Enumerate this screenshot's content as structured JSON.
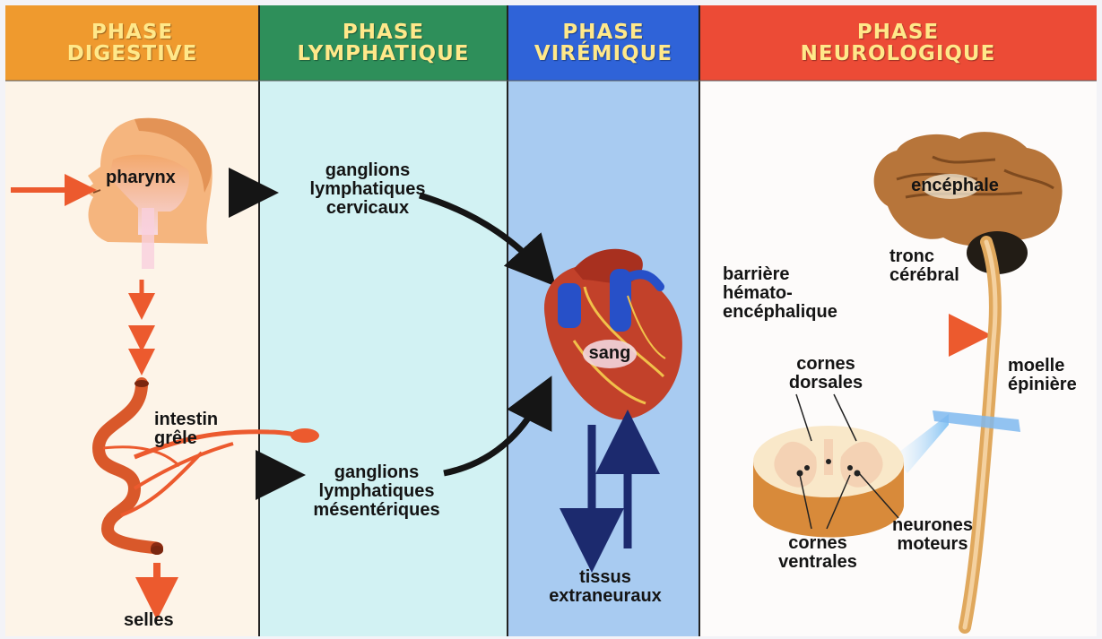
{
  "colors": {
    "digestive": "#ef9a2e",
    "lymphatique": "#2e8f5a",
    "viremique": "#2f63d8",
    "neurologique": "#ec4b36"
  },
  "phases": [
    {
      "line1": "PHASE",
      "line2": "DIGESTIVE"
    },
    {
      "line1": "PHASE",
      "line2": "LYMPHATIQUE"
    },
    {
      "line1": "PHASE",
      "line2": "VIRÉMIQUE"
    },
    {
      "line1": "PHASE",
      "line2": "NEUROLOGIQUE"
    }
  ],
  "labels": {
    "pharynx": "pharynx",
    "intestin_1": "intestin",
    "intestin_2": "grêle",
    "selles": "selles",
    "gl_cerv_1": "ganglions",
    "gl_cerv_2": "lymphatiques",
    "gl_cerv_3": "cervicaux",
    "gl_mes_1": "ganglions",
    "gl_mes_2": "lymphatiques",
    "gl_mes_3": "mésentériques",
    "sang": "sang",
    "tissus_1": "tissus",
    "tissus_2": "extraneuraux",
    "barriere_1": "barrière",
    "barriere_2": "hémato-",
    "barriere_3": "encéphalique",
    "encephale": "encéphale",
    "tronc_1": "tronc",
    "tronc_2": "cérébral",
    "moelle_1": "moelle",
    "moelle_2": "épinière",
    "cornes_d_1": "cornes",
    "cornes_d_2": "dorsales",
    "cornes_v_1": "cornes",
    "cornes_v_2": "ventrales",
    "neurones_1": "neurones",
    "neurones_2": "moteurs"
  }
}
